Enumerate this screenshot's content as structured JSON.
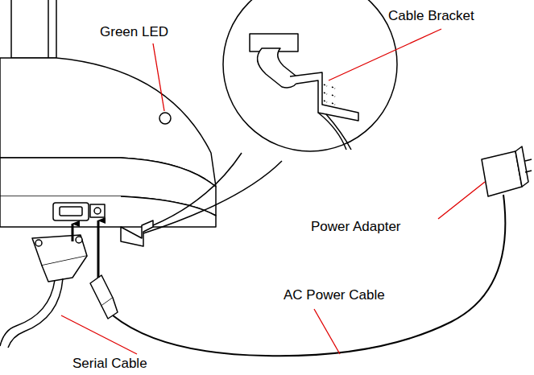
{
  "diagram": {
    "labels": [
      "Green LED",
      "Cable Bracket",
      "Power Adapter",
      "AC Power Cable",
      "Serial Cable"
    ]
  }
}
